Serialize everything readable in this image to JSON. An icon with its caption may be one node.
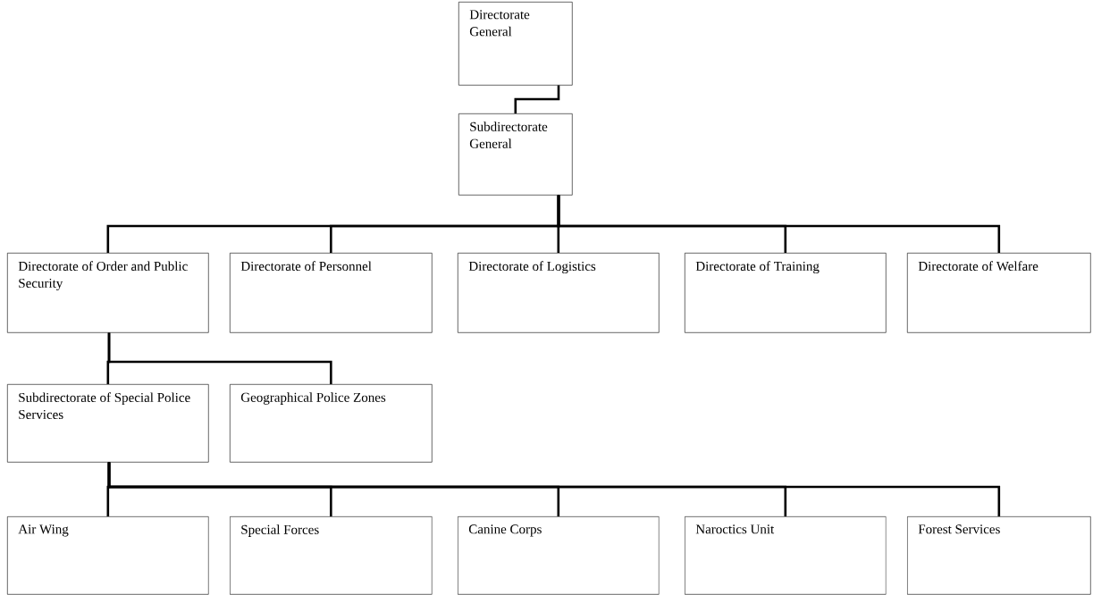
{
  "diagram": {
    "nodes": [
      {
        "text": [
          "Directorate General"
        ]
      },
      {
        "text": [
          "Subdirectorate General"
        ]
      },
      {
        "text": [
          "Directorate of Order and Public Security"
        ]
      },
      {
        "text": [
          "Directorate of Personnel"
        ]
      },
      {
        "text": [
          "Directorate of Logistics"
        ]
      },
      {
        "text": [
          "Directorate of Training"
        ]
      },
      {
        "text": [
          "Directorate of Welfare"
        ]
      },
      {
        "text": [
          "Subdirectorate of Special Police Services"
        ]
      },
      {
        "text": [
          "Geographical Police Zones"
        ]
      },
      {
        "text": [
          "Air Wing"
        ]
      },
      {
        "text": [
          "Special Forces"
        ]
      },
      {
        "text": [
          "Canine Corps"
        ]
      },
      {
        "text": [
          "Naroctics Unit"
        ]
      },
      {
        "text": [
          "Forest Services"
        ]
      }
    ],
    "edges": [
      {
        "from": 0,
        "to": 1,
        "arrow": "none"
      },
      {
        "from": 1,
        "to": 2,
        "arrow": "none"
      },
      {
        "from": 1,
        "to": 3,
        "arrow": "none"
      },
      {
        "from": 1,
        "to": 4,
        "arrow": "none"
      },
      {
        "from": 1,
        "to": 5,
        "arrow": "none"
      },
      {
        "from": 1,
        "to": 6,
        "arrow": "none"
      },
      {
        "from": 2,
        "to": 7,
        "arrow": "none"
      },
      {
        "from": 2,
        "to": 8,
        "arrow": "none"
      },
      {
        "from": 7,
        "to": 9,
        "arrow": "none"
      },
      {
        "from": 7,
        "to": 10,
        "arrow": "none"
      },
      {
        "from": 7,
        "to": 11,
        "arrow": "none"
      },
      {
        "from": 7,
        "to": 12,
        "arrow": "none"
      },
      {
        "from": 7,
        "to": 13,
        "arrow": "none"
      }
    ]
  }
}
